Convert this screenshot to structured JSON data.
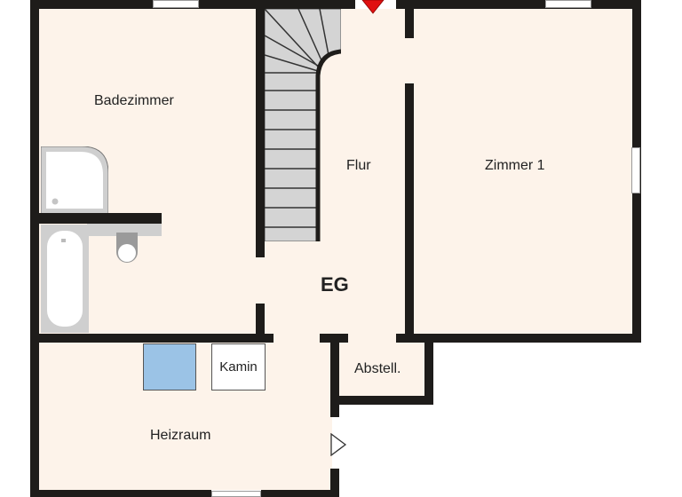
{
  "floor_plan": {
    "level_label": "EG",
    "rooms": [
      {
        "id": "badezimmer",
        "label": "Badezimmer"
      },
      {
        "id": "flur",
        "label": "Flur"
      },
      {
        "id": "zimmer1",
        "label": "Zimmer 1"
      },
      {
        "id": "heizraum",
        "label": "Heizraum"
      },
      {
        "id": "abstell",
        "label": "Abstell."
      }
    ],
    "fixtures": {
      "kamin_label": "Kamin"
    },
    "entrance_marker": "entrance-arrow",
    "colors": {
      "floor": "#fdf3ea",
      "wall": "#1e1c1a",
      "stairs": "#d4d4d4",
      "boiler": "#9bc3e6",
      "entrance_arrow": "#e01010"
    }
  }
}
